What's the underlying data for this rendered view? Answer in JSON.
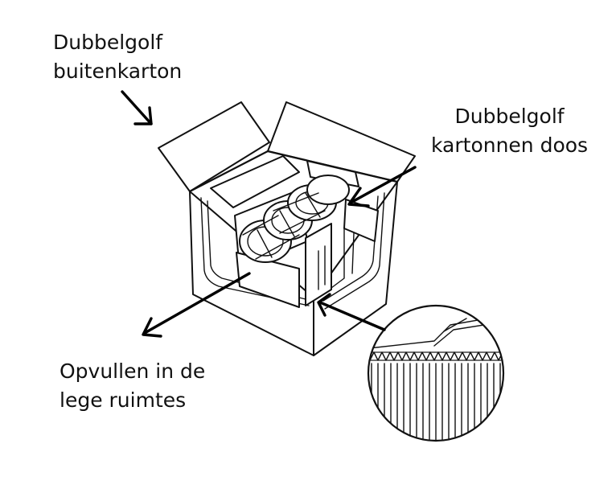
{
  "labels": {
    "outer_box": {
      "line1": "Dubbelgolf",
      "line2": "buitenkarton"
    },
    "inner_box": {
      "line1": "Dubbelgolf",
      "line2": "kartonnen doos"
    },
    "filling": {
      "line1": "Opvullen in de",
      "line2": "lege ruimtes"
    }
  },
  "icons": {
    "box_illustration": "open-shipping-box-icon",
    "magnifier": "corrugated-cross-section-icon"
  },
  "colors": {
    "ink": "#111111",
    "background": "#ffffff"
  }
}
